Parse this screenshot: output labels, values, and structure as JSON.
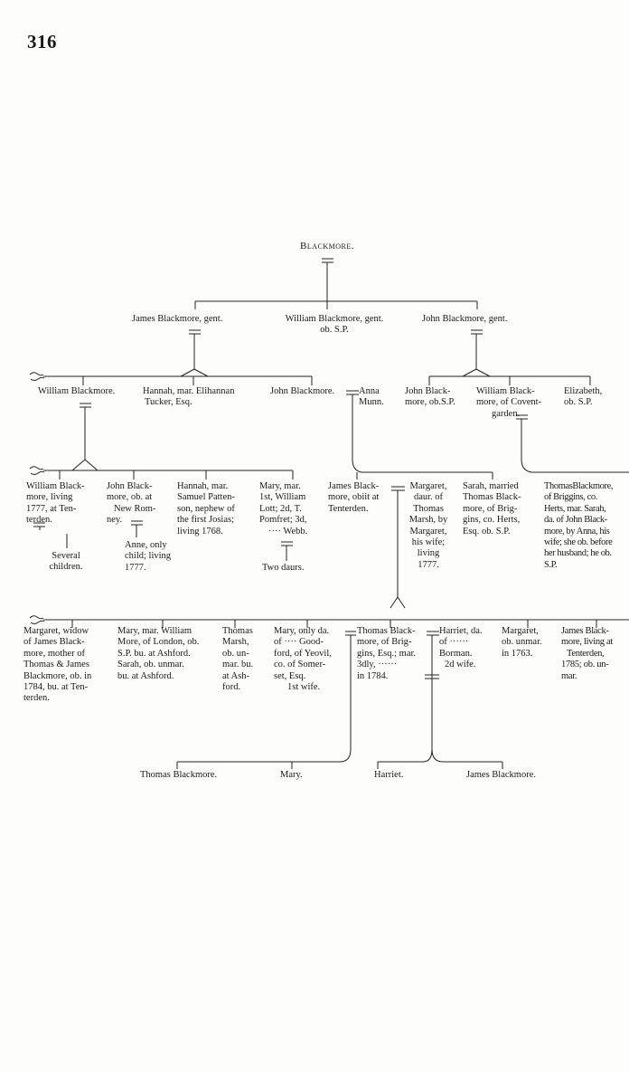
{
  "page_number": "316",
  "title": "Blackmore.",
  "generation1": {
    "james": "James Blackmore, gent.",
    "william": [
      "William Blackmore, gent.",
      "ob. S.P."
    ],
    "john": "John Blackmore, gent."
  },
  "generation2": {
    "william": "William Blackmore.",
    "hannah": [
      "Hannah, mar. Elihannan",
      "Tucker, Esq."
    ],
    "john_anna": "John Blackmore.",
    "anna": [
      "Anna",
      "Munn."
    ],
    "john_b": [
      "John Black-",
      "more, ob.S.P."
    ],
    "william_b": [
      "William Black-",
      "more, of Covent-",
      "garden."
    ],
    "elizabeth": [
      "Elizabeth,",
      "ob. S.P."
    ]
  },
  "generation3": {
    "william": [
      "William Black-",
      "more, living",
      "1777, at Ten-",
      "terden."
    ],
    "several": [
      "Several",
      "children."
    ],
    "john": [
      "John Black-",
      "more, ob. at",
      "New Rom-",
      "ney."
    ],
    "anne": [
      "Anne, only",
      "child; living",
      "1777."
    ],
    "hannah": [
      "Hannah, mar.",
      "Samuel Patten-",
      "son, nephew of",
      "the first Josias;",
      "living 1768."
    ],
    "mary": [
      "Mary, mar.",
      "1st, William",
      "Lott; 2d, T.",
      "Pomfret; 3d,",
      "···· Webb."
    ],
    "two_daurs": "Two daurs.",
    "james": [
      "James Black-",
      "more, obiit at",
      "Tenterden."
    ],
    "margaret": [
      "Margaret,",
      "daur. of",
      "Thomas",
      "Marsh, by",
      "Margaret,",
      "his wife;",
      "living",
      "1777."
    ],
    "sarah": [
      "Sarah, married",
      "Thomas Black-",
      "more, of Brig-",
      "gins, co. Herts,",
      "Esq. ob. S.P."
    ],
    "thomas_b": [
      "ThomasBlackmore,",
      "of Briggins, co.",
      "Herts, mar. Sarah,",
      "da. of John Black-",
      "more, by Anna, his",
      "wife; she ob. before",
      "her husband; he ob.",
      "S.P."
    ]
  },
  "generation4": {
    "margaret": [
      "Margaret, widow",
      "of James Black-",
      "more, mother of",
      "Thomas & James",
      "Blackmore, ob. in",
      "1784, bu. at Ten-",
      "terden."
    ],
    "mary_w": [
      "Mary, mar. William",
      "More, of London, ob.",
      "S.P. bu. at Ashford.",
      "Sarah, ob. unmar.",
      "bu. at Ashford."
    ],
    "thomas_m": [
      "Thomas",
      "Marsh,",
      "ob. un-",
      "mar. bu.",
      "at Ash-",
      "ford."
    ],
    "mary_only": [
      "Mary, only da.",
      "of ···· Good-",
      "ford, of Yeovil,",
      "co. of Somer-",
      "set, Esq."
    ],
    "mary_first_wife": "1st wife.",
    "thomas_bl": [
      "Thomas Black-",
      "more, of Brig-",
      "gins, Esq.; mar.",
      "3dly, ······",
      "in 1784."
    ],
    "harriet_da": [
      "Harriet, da.",
      "of ······",
      "Borman."
    ],
    "harriet_second_wife": "2d wife.",
    "margaret_unmar": [
      "Margaret,",
      "ob. unmar.",
      "in 1763."
    ],
    "james_bl": [
      "James Black-",
      "more, living at",
      "Tenterden,",
      "1785; ob. un-",
      "mar."
    ]
  },
  "generation5": {
    "thomas": "Thomas Blackmore.",
    "mary": "Mary.",
    "harriet": "Harriet.",
    "james": "James Blackmore."
  }
}
